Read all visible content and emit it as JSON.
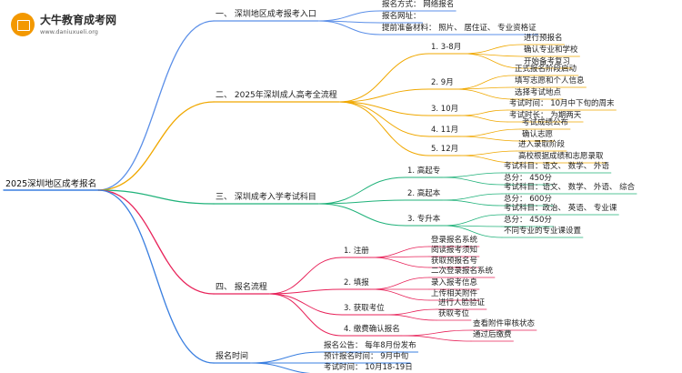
{
  "logo": {
    "name": "大牛教育成考网",
    "url": "www.daniuxueli.org"
  },
  "root": "2025深圳地区成考报名",
  "branches": [
    {
      "label": "一、 深圳地区成考报考入口",
      "color": "#5b8fe8",
      "children": [
        {
          "label": "报名方式：  网络报名"
        },
        {
          "label": "报名网址："
        },
        {
          "label": "提前准备材料：  照片、  居住证、  专业资格证"
        }
      ]
    },
    {
      "label": "二、 2025年深圳成人高考全流程",
      "color": "#f0a800",
      "children": [
        {
          "label": "1. 3-8月",
          "children": [
            "进行预报名",
            "确认专业和学校",
            "开始备考复习"
          ]
        },
        {
          "label": "2. 9月",
          "children": [
            "正式报名阶段启动",
            "填写志愿和个人信息",
            "选择考试地点"
          ]
        },
        {
          "label": "3. 10月",
          "children": [
            "考试时间：  10月中下旬的周末",
            "考试时长：  为期两天"
          ]
        },
        {
          "label": "4. 11月",
          "children": [
            "考试成绩公布",
            "确认志愿"
          ]
        },
        {
          "label": "5. 12月",
          "children": [
            "进入录取阶段",
            "高校根据成绩和志愿录取"
          ]
        }
      ]
    },
    {
      "label": "三、 深圳成考入学考试科目",
      "color": "#20b27a",
      "children": [
        {
          "label": "1. 高起专",
          "children": [
            "考试科目：语文、  数学、  外语",
            "总分：  450分"
          ]
        },
        {
          "label": "2. 高起本",
          "children": [
            "考试科目：语文、  数学、  外语、  综合",
            "总分：  600分"
          ]
        },
        {
          "label": "3. 专升本",
          "children": [
            "考试科目：政治、  英语、  专业课",
            "总分：  450分",
            "不同专业的专业课设置"
          ]
        }
      ]
    },
    {
      "label": "四、 报名流程",
      "color": "#e8235a",
      "children": [
        {
          "label": "1. 注册",
          "children": [
            "登录报名系统",
            "阅读报考须知",
            "获取预报名号"
          ]
        },
        {
          "label": "2. 填报",
          "children": [
            "二次登录报名系统",
            "录入报考信息",
            "上传相关附件"
          ]
        },
        {
          "label": "3. 获取考位",
          "children": [
            "进行人脸验证",
            "获取考位"
          ]
        },
        {
          "label": "4. 缴费确认报名",
          "children": [
            "查看附件审核状态",
            "通过后缴费"
          ]
        }
      ]
    },
    {
      "label": "报名时间",
      "color": "#3a7fe0",
      "children": [
        {
          "label": "报名公告：  每年8月份发布"
        },
        {
          "label": "预计报名时间：  9月中旬"
        },
        {
          "label": "考试时间：  10月18-19日"
        }
      ]
    }
  ]
}
